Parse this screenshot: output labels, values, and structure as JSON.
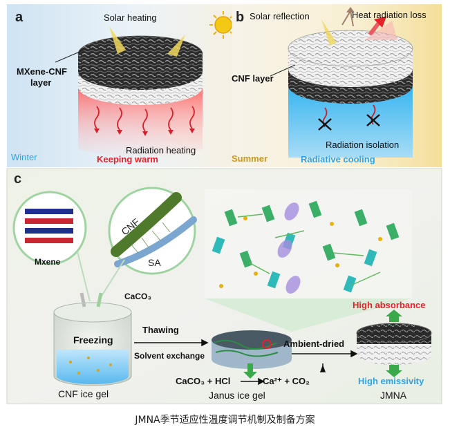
{
  "panel_a": {
    "letter": "a",
    "solar_heating": "Solar heating",
    "layer_label_1": "MXene-CNF",
    "layer_label_2": "layer",
    "radiation_heating": "Radiation heating",
    "season": "Winter",
    "effect": "Keeping warm"
  },
  "panel_b": {
    "letter": "b",
    "solar_reflection": "Solar reflection",
    "heat_loss": "Heat radiation loss",
    "layer_label": "CNF layer",
    "radiation_isolation": "Radiation isolation",
    "season": "Summer",
    "effect": "Radiative cooling"
  },
  "panel_c": {
    "letter": "c",
    "mxene": "Mxene",
    "cnf": "CNF",
    "sa": "SA",
    "caco3": "CaCO₃",
    "freezing": "Freezing",
    "thawing": "Thawing",
    "solvent_exchange": "Solvent exchange",
    "ambient_dried": "Ambient-dried",
    "high_absorbance": "High absorbance",
    "high_emissivity": "High emissivity",
    "reaction_left": "CaCO₃ + HCl",
    "reaction_right": "Ca²⁺ + CO₂",
    "cnf_ice_gel": "CNF ice gel",
    "janus_ice_gel": "Janus ice gel",
    "jmna": "JMNA"
  },
  "caption": "JMNA季节适应性温度调节机制及制备方案",
  "colors": {
    "warm_red": "#e8202a",
    "winter_blue": "#29a3e0",
    "summer_gold": "#c99a1e",
    "cooling_blue": "#2aa4e8",
    "arrow_green": "#3aa94a"
  }
}
